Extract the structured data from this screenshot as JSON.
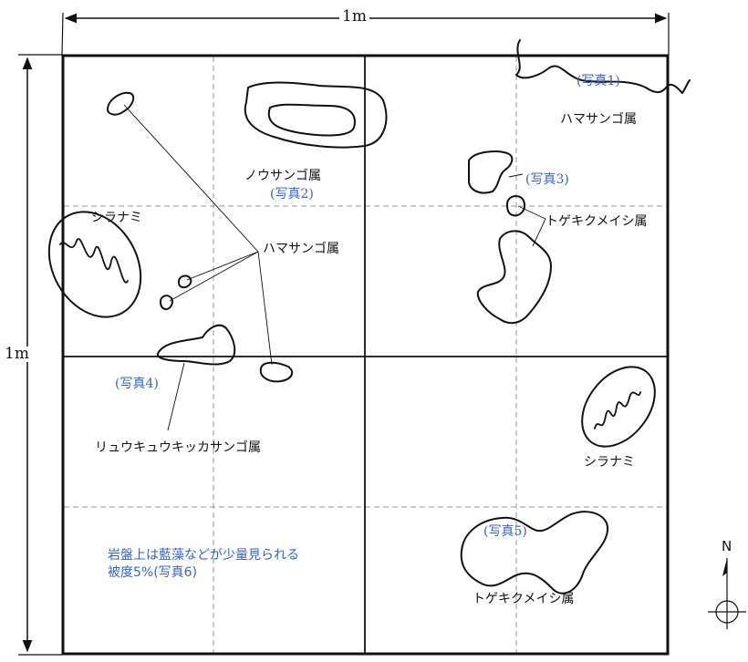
{
  "dimensions": {
    "top": "1m",
    "left": "1m"
  },
  "north": "N",
  "labels": {
    "photo1": "(写真1)",
    "hama_top_right": "ハマサンゴ属",
    "nou": "ノウサンゴ属",
    "photo2": "(写真2)",
    "photo3": "(写真3)",
    "togekiku_upper": "トゲキクメイシ属",
    "shiranami_left": "シラナミ",
    "hama_center": "ハマサンゴ属",
    "photo4": "(写真4)",
    "ryukyu": "リュウキュウキッカサンゴ属",
    "shiranami_right": "シラナミ",
    "photo5": "(写真5)",
    "togekiku_lower": "トゲキクメイシ属"
  },
  "note": {
    "line1": "岩盤上は藍藻などが少量見られる",
    "line2": "被度5%(写真6)"
  },
  "colors": {
    "line": "#111111",
    "annotation": "#3a63b8",
    "grid_dash": "#9a9a9a"
  }
}
